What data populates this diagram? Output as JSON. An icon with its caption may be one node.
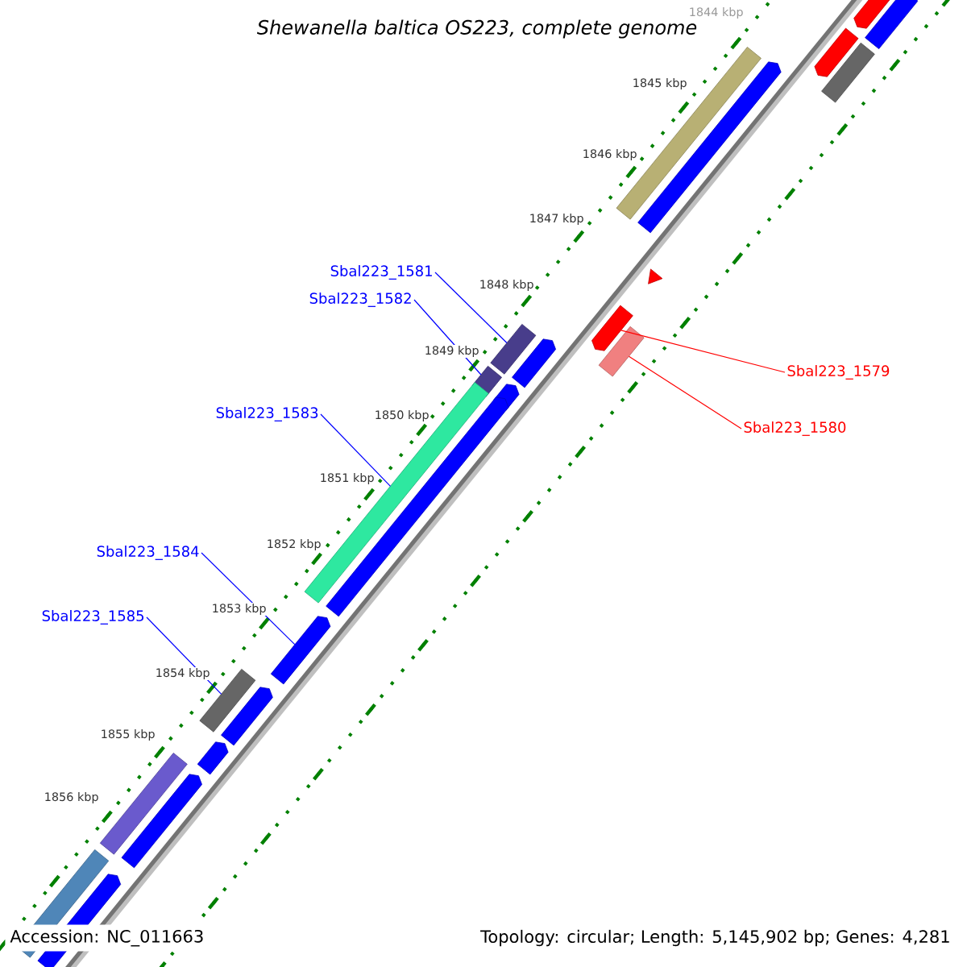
{
  "diagram": {
    "title": "Shewanella baltica OS223, complete genome",
    "nodes": [
      {
        "text": [
          "Sbal223_1581"
        ]
      },
      {
        "text": [
          "Sbal223_1582"
        ]
      },
      {
        "text": [
          "Sbal223_1579"
        ]
      },
      {
        "text": [
          "Sbal223_1583"
        ]
      },
      {
        "text": [
          "Sbal223_1580"
        ]
      },
      {
        "text": [
          "Sbal223_1584"
        ]
      },
      {
        "text": [
          "Sbal223_1585"
        ]
      },
      {
        "text": [],
        "shape": "pentagon"
      },
      {
        "text": [],
        "shape": "pentagon"
      },
      {
        "text": [],
        "shape": "pentagon"
      },
      {
        "text": [],
        "shape": "box"
      },
      {
        "text": [],
        "shape": "bar"
      },
      {
        "text": [],
        "shape": "pentagon"
      },
      {
        "text": [],
        "shape": "triangle"
      },
      {
        "text": [],
        "shape": "pentagon"
      },
      {
        "text": [],
        "shape": "box"
      },
      {
        "text": [],
        "shape": "box"
      },
      {
        "text": [],
        "shape": "pentagon"
      },
      {
        "text": [],
        "shape": "box"
      },
      {
        "text": [],
        "shape": "bar"
      },
      {
        "text": [],
        "shape": "pentagon"
      },
      {
        "text": [],
        "shape": "pentagon"
      },
      {
        "text": [],
        "shape": "pentagon"
      },
      {
        "text": [],
        "shape": "box"
      },
      {
        "text": [],
        "shape": "pentagon"
      },
      {
        "text": [],
        "shape": "pentagon"
      },
      {
        "text": [],
        "shape": "bar"
      },
      {
        "text": [],
        "shape": "pentagon"
      },
      {
        "text": [],
        "shape": "bar"
      },
      {
        "text": [],
        "shape": "pentagon"
      }
    ],
    "edges": [
      {
        "from": 0,
        "to": 15,
        "arrow": "none"
      },
      {
        "from": 1,
        "to": 18,
        "arrow": "none"
      },
      {
        "from": 2,
        "to": 14,
        "arrow": "none",
        "color": "#ff0000"
      },
      {
        "from": 3,
        "to": 19,
        "arrow": "none"
      },
      {
        "from": 4,
        "to": 16,
        "arrow": "none",
        "color": "#ff0000"
      },
      {
        "from": 5,
        "to": 22,
        "arrow": "none"
      },
      {
        "from": 6,
        "to": 23,
        "arrow": "none"
      }
    ],
    "labels": [
      "1844 kbp",
      "1845 kbp",
      "1846 kbp",
      "1847 kbp",
      "1848 kbp",
      "1849 kbp",
      "1850 kbp",
      "1851 kbp",
      "1852 kbp",
      "1853 kbp",
      "1854 kbp",
      "1855 kbp",
      "1856 kbp",
      "Accession: NC_011663",
      "Topology: circular; Length: 5,145,902 bp; Genes: 4,281"
    ]
  }
}
